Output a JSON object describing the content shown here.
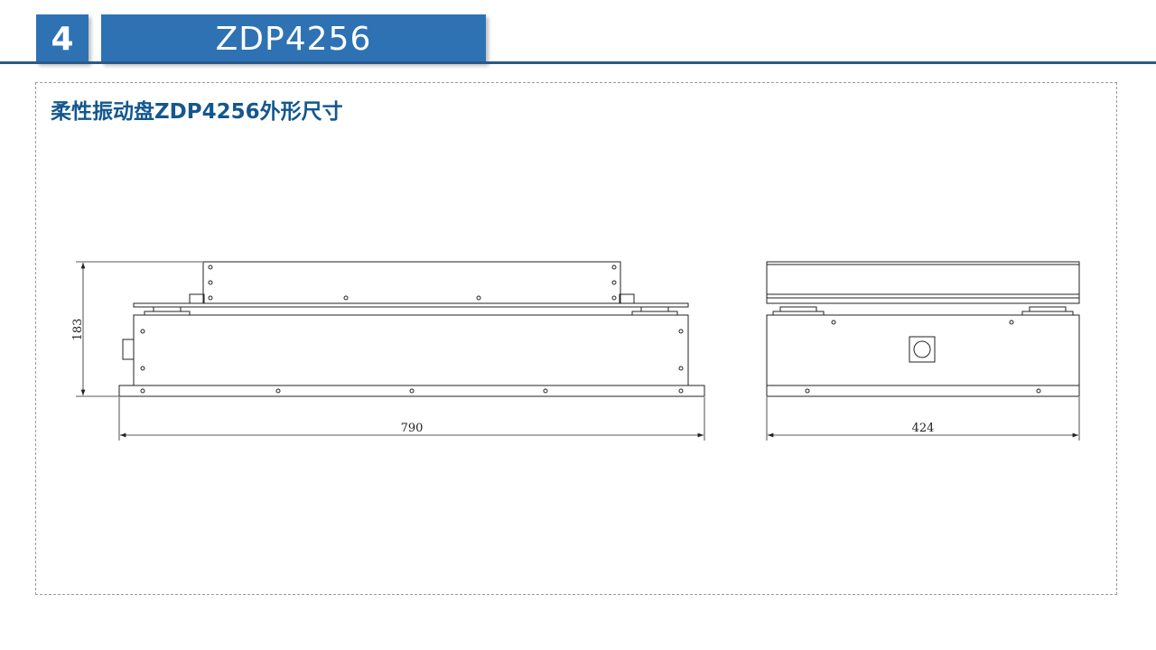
{
  "header": {
    "section_number": "4",
    "title": "ZDP4256"
  },
  "content": {
    "title": "柔性振动盘ZDP4256外形尺寸"
  },
  "drawing": {
    "front_view": {
      "height_dim": "183",
      "width_dim": "790"
    },
    "side_view": {
      "width_dim": "424"
    }
  },
  "colors": {
    "accent": "#2e72b4",
    "title_text": "#14578f"
  }
}
